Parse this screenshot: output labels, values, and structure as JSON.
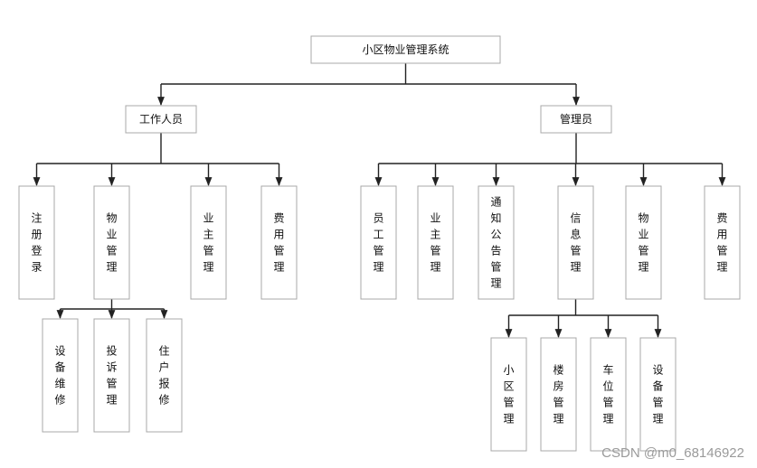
{
  "nodes": {
    "root": {
      "label": "小区物业管理系统",
      "vertical": false
    },
    "staff": {
      "label": "工作人员",
      "vertical": false
    },
    "admin": {
      "label": "管理员",
      "vertical": false
    },
    "s_register": {
      "label": "注册登录",
      "vertical": true
    },
    "s_property": {
      "label": "物业管理",
      "vertical": true
    },
    "s_owner": {
      "label": "业主管理",
      "vertical": true
    },
    "s_fee": {
      "label": "费用管理",
      "vertical": true
    },
    "p_equip": {
      "label": "设备维修",
      "vertical": true
    },
    "p_complaint": {
      "label": "投诉管理",
      "vertical": true
    },
    "p_repair": {
      "label": "住户报修",
      "vertical": true
    },
    "a_staff": {
      "label": "员工管理",
      "vertical": true
    },
    "a_owner": {
      "label": "业主管理",
      "vertical": true
    },
    "a_notice": {
      "label": "通知公告管理",
      "vertical": true
    },
    "a_info": {
      "label": "信息管理",
      "vertical": true
    },
    "a_property": {
      "label": "物业管理",
      "vertical": true
    },
    "a_fee": {
      "label": "费用管理",
      "vertical": true
    },
    "i_community": {
      "label": "小区管理",
      "vertical": true
    },
    "i_building": {
      "label": "楼房管理",
      "vertical": true
    },
    "i_parking": {
      "label": "车位管理",
      "vertical": true
    },
    "i_device": {
      "label": "设备管理",
      "vertical": true
    }
  },
  "edges": [
    [
      "root",
      "staff"
    ],
    [
      "root",
      "admin"
    ],
    [
      "staff",
      "s_register"
    ],
    [
      "staff",
      "s_property"
    ],
    [
      "staff",
      "s_owner"
    ],
    [
      "staff",
      "s_fee"
    ],
    [
      "s_property",
      "p_equip"
    ],
    [
      "s_property",
      "p_complaint"
    ],
    [
      "s_property",
      "p_repair"
    ],
    [
      "admin",
      "a_staff"
    ],
    [
      "admin",
      "a_owner"
    ],
    [
      "admin",
      "a_notice"
    ],
    [
      "admin",
      "a_info"
    ],
    [
      "admin",
      "a_property"
    ],
    [
      "admin",
      "a_fee"
    ],
    [
      "a_info",
      "i_community"
    ],
    [
      "a_info",
      "i_building"
    ],
    [
      "a_info",
      "i_parking"
    ],
    [
      "a_info",
      "i_device"
    ]
  ],
  "watermark": "CSDN @m0_68146922"
}
